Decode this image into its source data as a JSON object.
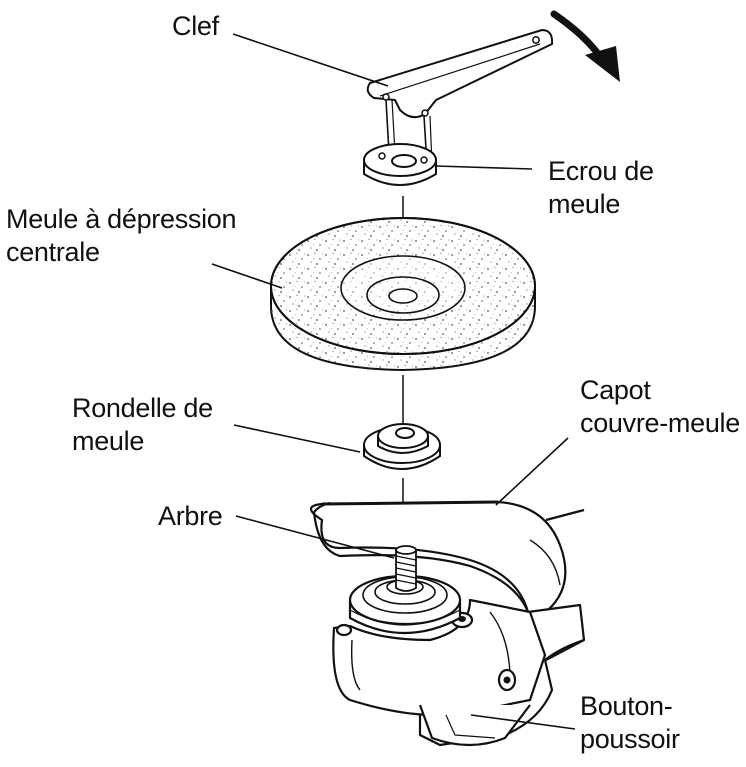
{
  "labels": {
    "wrench": {
      "line1": "Clef"
    },
    "wheel_nut": {
      "line1": "Ecrou de",
      "line2": "meule"
    },
    "wheel": {
      "line1": "Meule à dépression",
      "line2": "centrale"
    },
    "washer": {
      "line1": "Rondelle de",
      "line2": "meule"
    },
    "guard": {
      "line1": "Capot",
      "line2": "couvre-meule"
    },
    "spindle": {
      "line1": "Arbre"
    },
    "lock_button": {
      "line1": "Bouton-",
      "line2": "poussoir"
    }
  },
  "colors": {
    "ink": "#111111",
    "fill": "#ffffff",
    "wheel_speckle": "#555555",
    "shadow": "#cfcfcf"
  }
}
